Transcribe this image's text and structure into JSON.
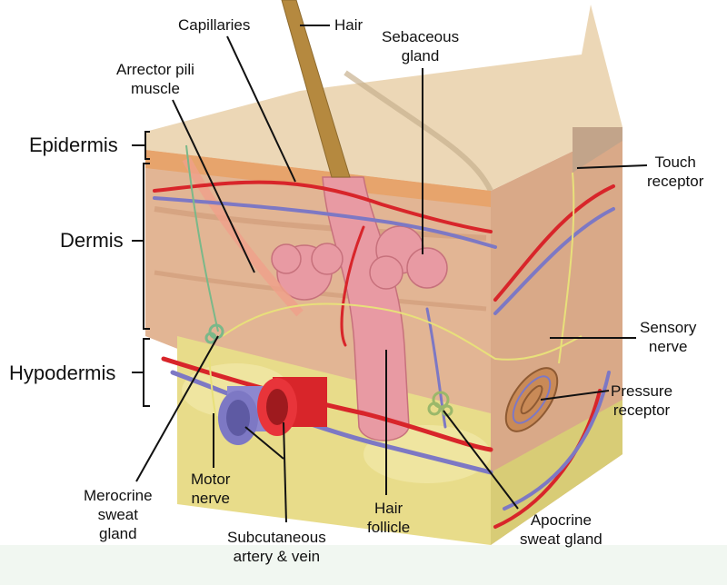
{
  "layers": {
    "epidermis": "Epidermis",
    "dermis": "Dermis",
    "hypodermis": "Hypodermis"
  },
  "labels": {
    "capillaries": "Capillaries",
    "hair": "Hair",
    "sebaceous_gland": "Sebaceous\ngland",
    "arrector_pili": "Arrector pili\nmuscle",
    "touch_receptor": "Touch\nreceptor",
    "sensory_nerve": "Sensory\nnerve",
    "pressure_receptor": "Pressure\nreceptor",
    "merocrine_sweat_gland": "Merocrine\nsweat\ngland",
    "motor_nerve": "Motor\nnerve",
    "subcutaneous_vessels": "Subcutaneous\nartery & vein",
    "hair_follicle": "Hair\nfollicle",
    "apocrine_sweat_gland": "Apocrine\nsweat gland"
  },
  "colors": {
    "epidermis": "#e9d3b2",
    "dermis": "#e2b594",
    "hypodermis": "#e8dc8a",
    "artery": "#d8252a",
    "vein": "#7d78c4",
    "hair": "#b5893f",
    "follicle": "#e89aa3",
    "nerve": "#e8e07a",
    "background_strip": "#f1f7f1"
  }
}
